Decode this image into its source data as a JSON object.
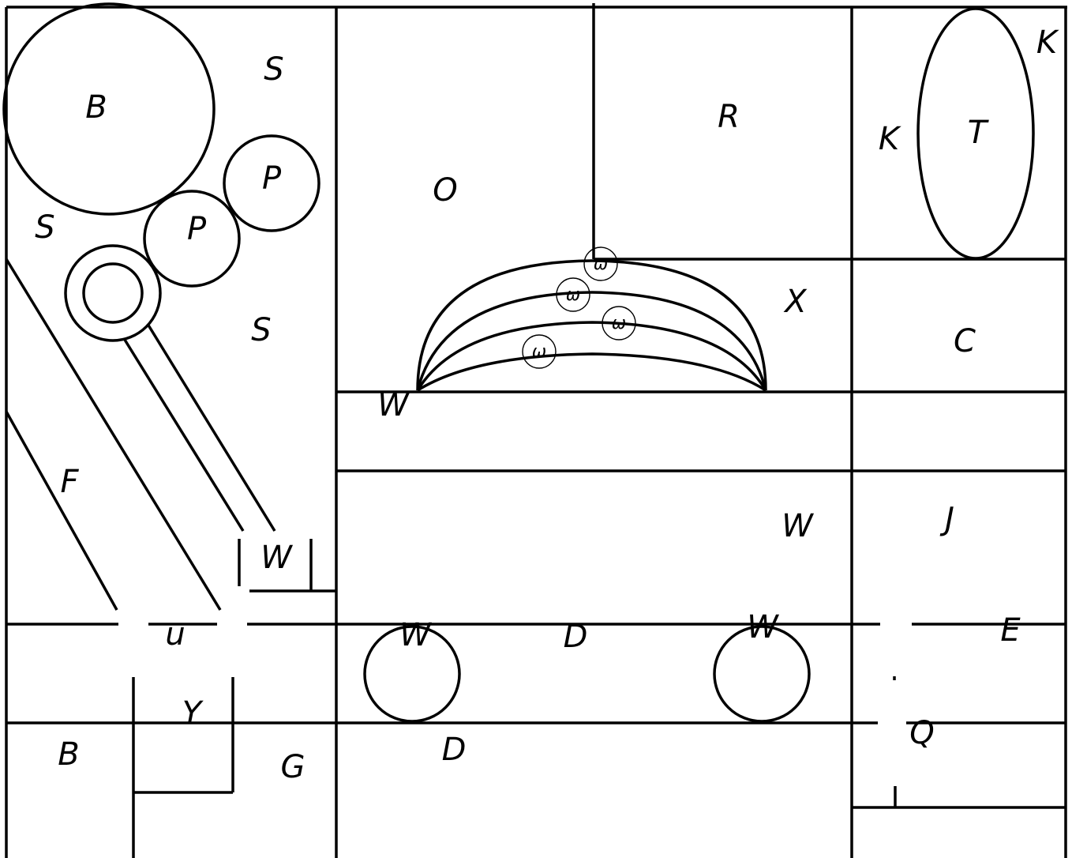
{
  "regions": {
    "B_top": "B",
    "S_top": "S",
    "S_left": "S",
    "S_mid": "S",
    "P_right": "P",
    "P_left": "P",
    "F": "F",
    "W_box": "W",
    "u": "u",
    "Y": "Y",
    "B_bottom": "B",
    "G": "G",
    "O": "O",
    "R": "R",
    "X": "X",
    "W_dome": "W",
    "W_mid": "W",
    "W_wheel_left": "W",
    "D_top": "D",
    "W_wheel_right": "W",
    "D_bottom": "D",
    "K_top": "K",
    "K_left": "K",
    "T": "T",
    "C": "C",
    "J": "J",
    "E": "E",
    "Q": "Q"
  },
  "markers": [
    "ω",
    "ω",
    "ω",
    "ω"
  ]
}
